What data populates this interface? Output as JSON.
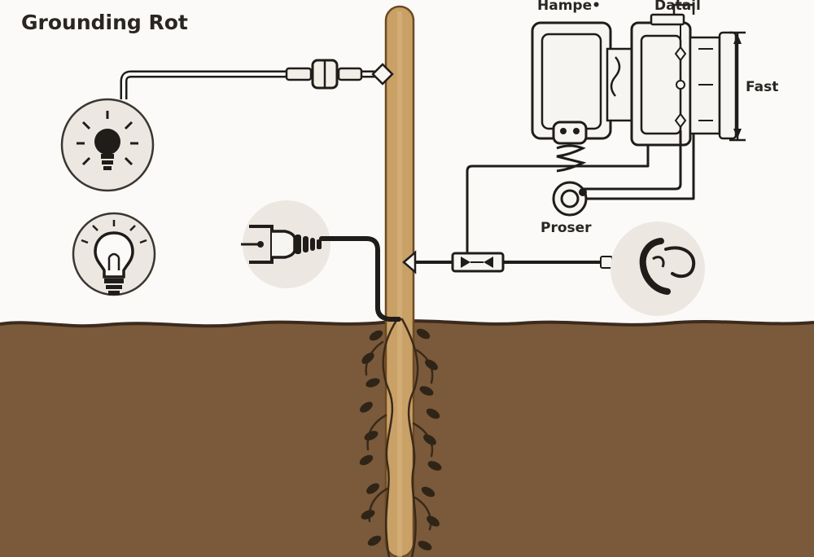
{
  "labels": {
    "title": "Grounding Rot",
    "top_left_unit": "Hampe•",
    "top_right_unit": "Datail",
    "measure": "Fast",
    "component": "Proser"
  },
  "colors": {
    "background": "#fbfaf8",
    "soil": "#7a5a3a",
    "soil_edge": "#3b2b1e",
    "rod": "#c9a066",
    "rod_outline": "#6b4a23",
    "ink": "#1f1c19",
    "icon_circle": "#ece8e1"
  },
  "icons": [
    "light-bulb-on-icon",
    "light-bulb-icon",
    "power-plug-icon",
    "ear-sensor-icon"
  ]
}
